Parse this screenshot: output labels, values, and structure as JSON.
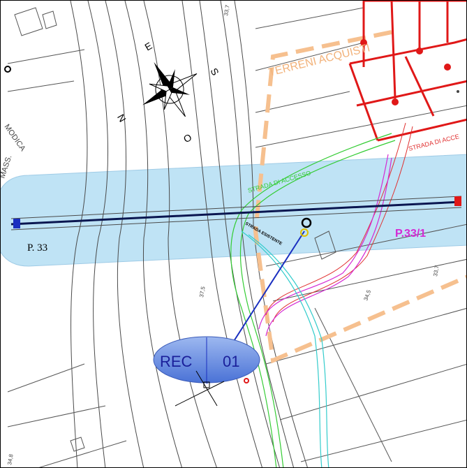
{
  "colors": {
    "road": "#4a4a4a",
    "parcel": "#555555",
    "buffer_fill": "#bfe3f5",
    "buffer_stroke": "#9fcbe6",
    "pipeline": "#0a1650",
    "acquired_boundary": "#f6c08f",
    "acquired_text": "#f2b27a",
    "access_road": "#33cc33",
    "access_road_red": "#e03030",
    "magenta_route": "#d42ad4",
    "cyan_route": "#33cccc",
    "red_structure": "#e01818",
    "receptor_fill_top": "#9db8f0",
    "receptor_fill_bottom": "#4a72d6",
    "receptor_line": "#1a2fc0",
    "p33_1_text": "#d42ad4"
  },
  "labels": {
    "terreni_acquisti": "TERRENI ACQUISTI",
    "strada_accesso": "STRADA DI ACCESSO",
    "strada_accesso_red": "STRADA DI ACCE",
    "strada_esistente": "STRADA ESISTENTE",
    "p33": "P. 33",
    "p33_1": "P.33/1",
    "masseria": "MASS.",
    "modica": "MODICA",
    "contour_top": "33,7",
    "contour_right": "33,7",
    "contour_mid": "34,5",
    "contour_left": "37,5",
    "contour_bottom": "34,8"
  },
  "compass": {
    "icon": "compass-rose-icon",
    "north": "N",
    "east": "E",
    "south": "S",
    "west": "O"
  },
  "receptor": {
    "code": "REC",
    "number": "01"
  }
}
